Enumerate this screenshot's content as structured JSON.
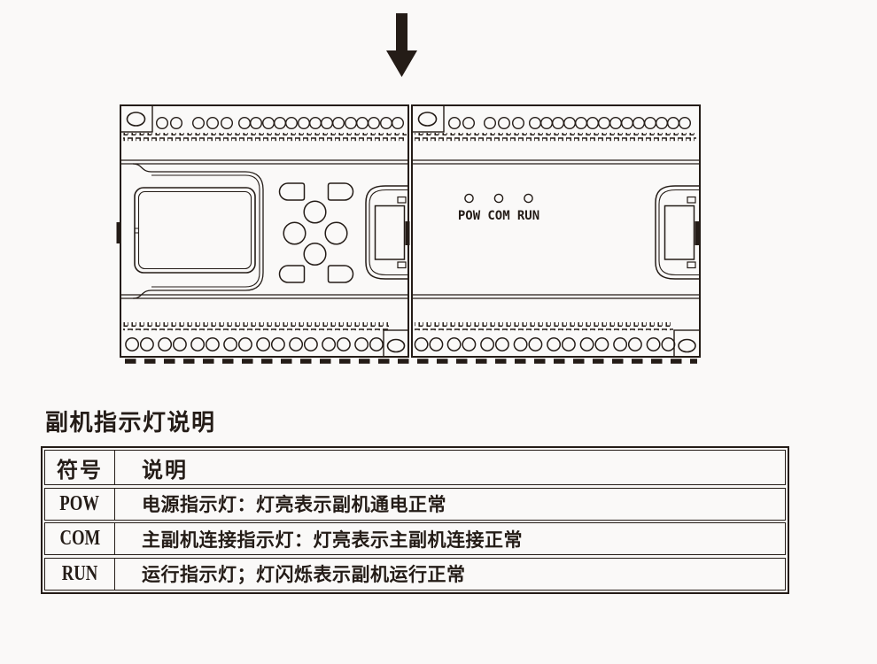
{
  "colors": {
    "ink": "#241c17",
    "paper": "#faf9f8"
  },
  "diagram": {
    "leds": [
      {
        "label": "POW"
      },
      {
        "label": "COM"
      },
      {
        "label": "RUN"
      }
    ]
  },
  "section": {
    "title": "副机指示灯说明"
  },
  "table": {
    "headers": [
      "符号",
      "说明"
    ],
    "rows": [
      {
        "symbol": "POW",
        "description": "电源指示灯：灯亮表示副机通电正常"
      },
      {
        "symbol": "COM",
        "description": "主副机连接指示灯：灯亮表示主副机连接正常"
      },
      {
        "symbol": "RUN",
        "description": "运行指示灯；灯闪烁表示副机运行正常"
      }
    ]
  }
}
